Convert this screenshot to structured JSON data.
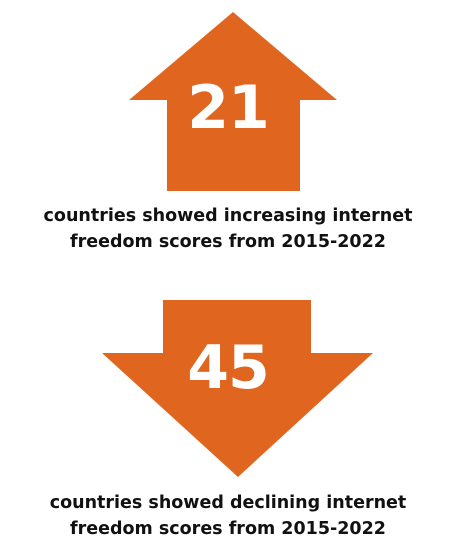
{
  "colors": {
    "accent": "#E0661F",
    "number_text": "#FFFFFF",
    "caption_text": "#111111",
    "background": "#FFFFFF"
  },
  "stats": [
    {
      "direction": "up",
      "icon": "up-arrow-icon",
      "value": "21",
      "caption_line1": "countries showed increasing internet",
      "caption_line2": "freedom scores from 2015-2022"
    },
    {
      "direction": "down",
      "icon": "down-arrow-icon",
      "value": "45",
      "caption_line1": "countries showed declining internet",
      "caption_line2": "freedom scores from 2015-2022"
    }
  ]
}
